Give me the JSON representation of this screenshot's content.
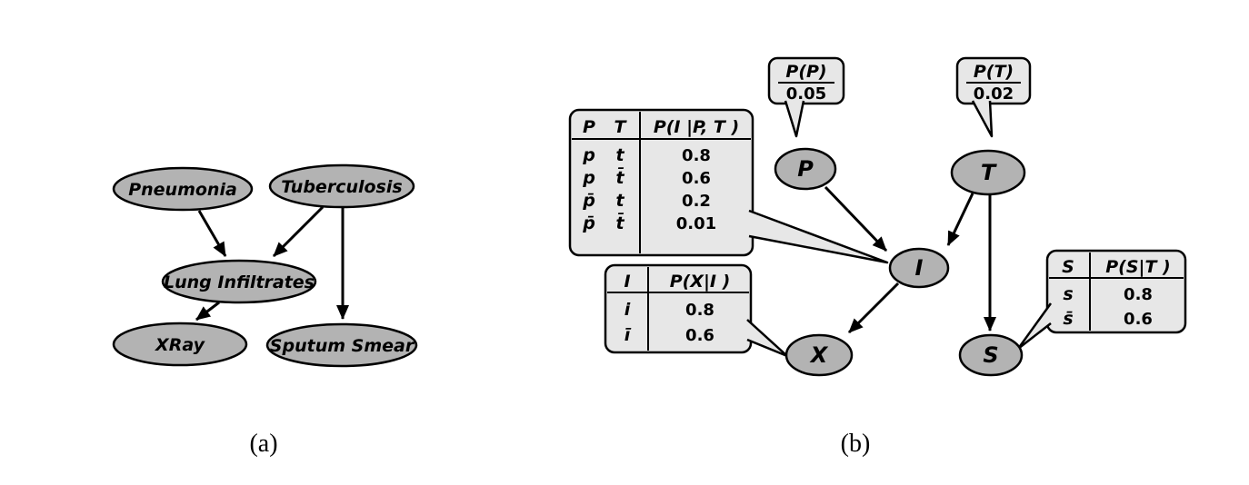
{
  "figure": {
    "panel_a": {
      "caption": "(a)",
      "nodes": {
        "pneumonia": "Pneumonia",
        "tuberculosis": "Tuberculosis",
        "lung_infiltrates": "Lung Infiltrates",
        "xray": "XRay",
        "sputum_smear": "Sputum Smear"
      },
      "edges": [
        {
          "from": "Pneumonia",
          "to": "Lung Infiltrates"
        },
        {
          "from": "Tuberculosis",
          "to": "Lung Infiltrates"
        },
        {
          "from": "Tuberculosis",
          "to": "Sputum Smear"
        },
        {
          "from": "Lung Infiltrates",
          "to": "XRay"
        }
      ]
    },
    "panel_b": {
      "caption": "(b)",
      "nodes": {
        "p": "P",
        "t": "T",
        "i": "I",
        "x": "X",
        "s": "S"
      },
      "edges": [
        {
          "from": "P",
          "to": "I"
        },
        {
          "from": "T",
          "to": "I"
        },
        {
          "from": "I",
          "to": "X"
        },
        {
          "from": "T",
          "to": "S"
        }
      ],
      "prior_p": {
        "title": "P(P)",
        "value": "0.05"
      },
      "prior_t": {
        "title": "P(T)",
        "value": "0.02"
      },
      "cpt_i": {
        "col_p": "P",
        "col_t": "T",
        "col_prob": "P(I |P, T )",
        "rows": [
          [
            "p",
            "t",
            "0.8"
          ],
          [
            "p",
            "t̄",
            "0.6"
          ],
          [
            "p̄",
            "t",
            "0.2"
          ],
          [
            "p̄",
            "t̄",
            "0.01"
          ]
        ]
      },
      "cpt_x": {
        "col_i": "I",
        "col_prob": "P(X|I )",
        "rows": [
          [
            "i",
            "0.8"
          ],
          [
            "ī",
            "0.6"
          ]
        ]
      },
      "cpt_s": {
        "col_s": "S",
        "col_prob": "P(S|T )",
        "rows": [
          [
            "s",
            "0.8"
          ],
          [
            "s̄",
            "0.6"
          ]
        ]
      }
    }
  }
}
